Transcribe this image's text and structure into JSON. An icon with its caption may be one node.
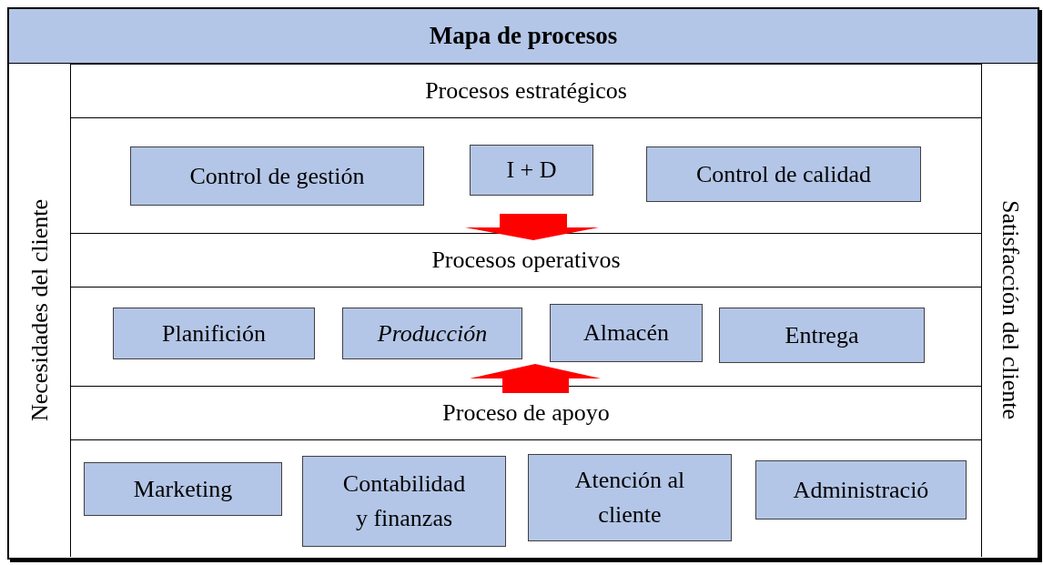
{
  "diagram": {
    "title": "Mapa de procesos",
    "nodes": [
      {
        "text": [
          "Necesidades del cliente"
        ]
      },
      {
        "text": [
          "Procesos estratégicos"
        ]
      },
      {
        "text": [
          "Control de gestión"
        ],
        "in": 1
      },
      {
        "text": [
          "I + D"
        ],
        "in": 1
      },
      {
        "text": [
          "Control de calidad"
        ],
        "in": 1
      },
      {
        "text": [
          "Procesos operativos"
        ]
      },
      {
        "text": [
          "Planifición"
        ],
        "in": 5
      },
      {
        "text": [
          "Producción"
        ],
        "in": 5
      },
      {
        "text": [
          "Almacén"
        ],
        "in": 5
      },
      {
        "text": [
          "Entrega"
        ],
        "in": 5
      },
      {
        "text": [
          "Proceso de apoyo"
        ]
      },
      {
        "text": [
          "Marketing"
        ],
        "in": 10
      },
      {
        "text": [
          "Contabilidad y finanzas"
        ],
        "in": 10
      },
      {
        "text": [
          "Atención al cliente"
        ],
        "in": 10
      },
      {
        "text": [
          "Administració"
        ],
        "in": 10
      },
      {
        "text": [
          "Satisfacción del cliente"
        ]
      }
    ],
    "edges": [
      {
        "from": 1,
        "to": 5,
        "arrow": "to",
        "style": "thick",
        "color": "#ff0000"
      },
      {
        "from": 10,
        "to": 5,
        "arrow": "to",
        "style": "thick",
        "color": "#ff0000"
      }
    ]
  }
}
